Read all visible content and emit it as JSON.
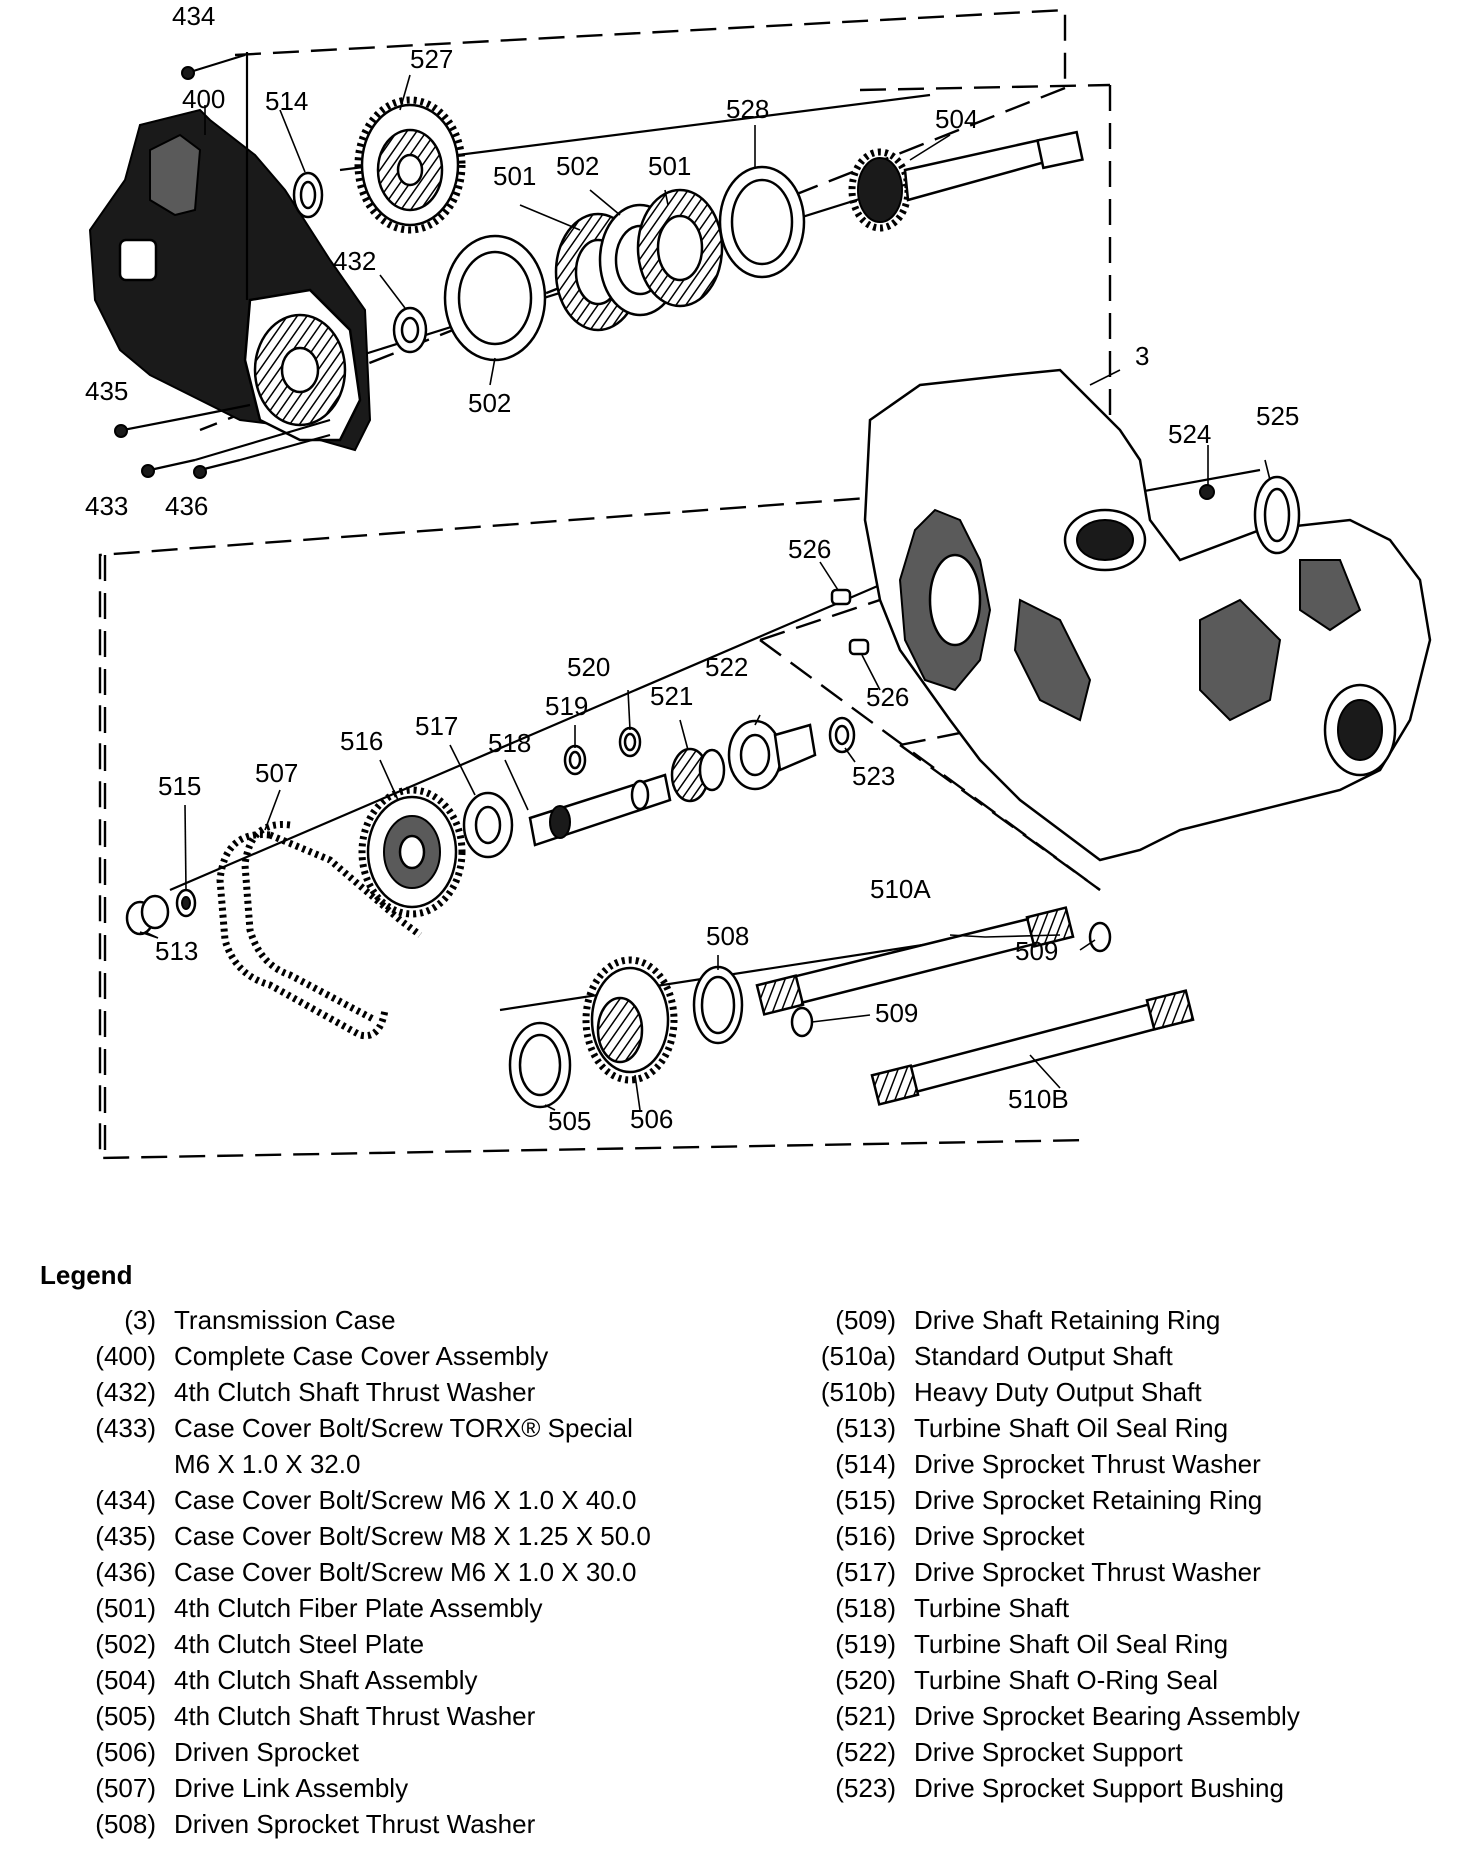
{
  "callouts": {
    "c3": "3",
    "c400": "400",
    "c432": "432",
    "c433": "433",
    "c434": "434",
    "c435": "435",
    "c436": "436",
    "c501a": "501",
    "c501b": "501",
    "c502a": "502",
    "c502b": "502",
    "c504": "504",
    "c505": "505",
    "c506": "506",
    "c507": "507",
    "c508": "508",
    "c509a": "509",
    "c509b": "509",
    "c510a": "510A",
    "c510b": "510B",
    "c513": "513",
    "c514": "514",
    "c515": "515",
    "c516": "516",
    "c517": "517",
    "c518": "518",
    "c519": "519",
    "c520": "520",
    "c521": "521",
    "c522": "522",
    "c523": "523",
    "c524": "524",
    "c525": "525",
    "c526a": "526",
    "c526b": "526",
    "c527": "527",
    "c528": "528"
  },
  "legend": {
    "title": "Legend",
    "left": [
      {
        "num": "(3)",
        "desc": "Transmission Case"
      },
      {
        "num": "(400)",
        "desc": "Complete Case Cover Assembly"
      },
      {
        "num": "(432)",
        "desc": "4th Clutch Shaft Thrust Washer"
      },
      {
        "num": "(433)",
        "desc": "Case Cover Bolt/Screw TORX® Special\nM6 X 1.0 X 32.0"
      },
      {
        "num": "(434)",
        "desc": "Case Cover Bolt/Screw M6 X 1.0 X 40.0"
      },
      {
        "num": "(435)",
        "desc": "Case Cover Bolt/Screw M8 X 1.25 X 50.0"
      },
      {
        "num": "(436)",
        "desc": "Case Cover Bolt/Screw M6 X 1.0 X 30.0"
      },
      {
        "num": "(501)",
        "desc": "4th Clutch Fiber Plate Assembly"
      },
      {
        "num": "(502)",
        "desc": "4th Clutch Steel Plate"
      },
      {
        "num": "(504)",
        "desc": "4th Clutch Shaft Assembly"
      },
      {
        "num": "(505)",
        "desc": "4th Clutch Shaft Thrust Washer"
      },
      {
        "num": "(506)",
        "desc": "Driven Sprocket"
      },
      {
        "num": "(507)",
        "desc": "Drive Link Assembly"
      },
      {
        "num": "(508)",
        "desc": "Driven Sprocket Thrust Washer"
      }
    ],
    "right": [
      {
        "num": "(509)",
        "desc": "Drive Shaft Retaining Ring"
      },
      {
        "num": "(510a)",
        "desc": "Standard Output Shaft"
      },
      {
        "num": "(510b)",
        "desc": "Heavy Duty Output Shaft"
      },
      {
        "num": "(513)",
        "desc": "Turbine Shaft Oil Seal Ring"
      },
      {
        "num": "(514)",
        "desc": "Drive Sprocket Thrust Washer"
      },
      {
        "num": "(515)",
        "desc": "Drive Sprocket Retaining Ring"
      },
      {
        "num": "(516)",
        "desc": "Drive Sprocket"
      },
      {
        "num": "(517)",
        "desc": "Drive Sprocket Thrust Washer"
      },
      {
        "num": "(518)",
        "desc": "Turbine Shaft"
      },
      {
        "num": "(519)",
        "desc": "Turbine Shaft Oil Seal Ring"
      },
      {
        "num": "(520)",
        "desc": "Turbine Shaft O-Ring Seal"
      },
      {
        "num": "(521)",
        "desc": "Drive Sprocket Bearing Assembly"
      },
      {
        "num": "(522)",
        "desc": "Drive Sprocket Support"
      },
      {
        "num": "(523)",
        "desc": "Drive Sprocket Support Bushing"
      }
    ]
  }
}
